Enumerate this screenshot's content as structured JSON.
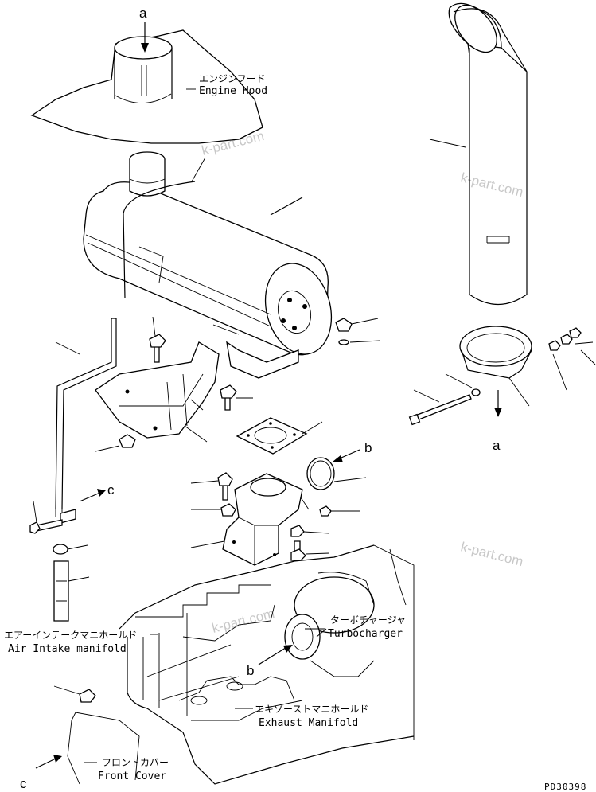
{
  "labels": {
    "engine_hood_jp": "エンジンフード",
    "engine_hood_en": "Engine Hood",
    "turbo_jp": "ターボチャージャ",
    "turbo_en": "Turbocharger",
    "intake_jp": "エアーインテークマニホールド",
    "intake_en": "Air Intake manifold",
    "exhaust_jp": "エキゾーストマニホールド",
    "exhaust_en": "Exhaust Manifold",
    "front_cover_jp": "フロントカバー",
    "front_cover_en": "Front Cover"
  },
  "refs": {
    "a_top": "a",
    "a_bottom": "a",
    "b_right": "b",
    "b_turbo": "b",
    "c_left": "c",
    "c_bottom": "c"
  },
  "watermarks": [
    "k-part.com",
    "k-part.com",
    "k-part.com",
    "k-part.com"
  ],
  "drawing_code": "PD30398"
}
